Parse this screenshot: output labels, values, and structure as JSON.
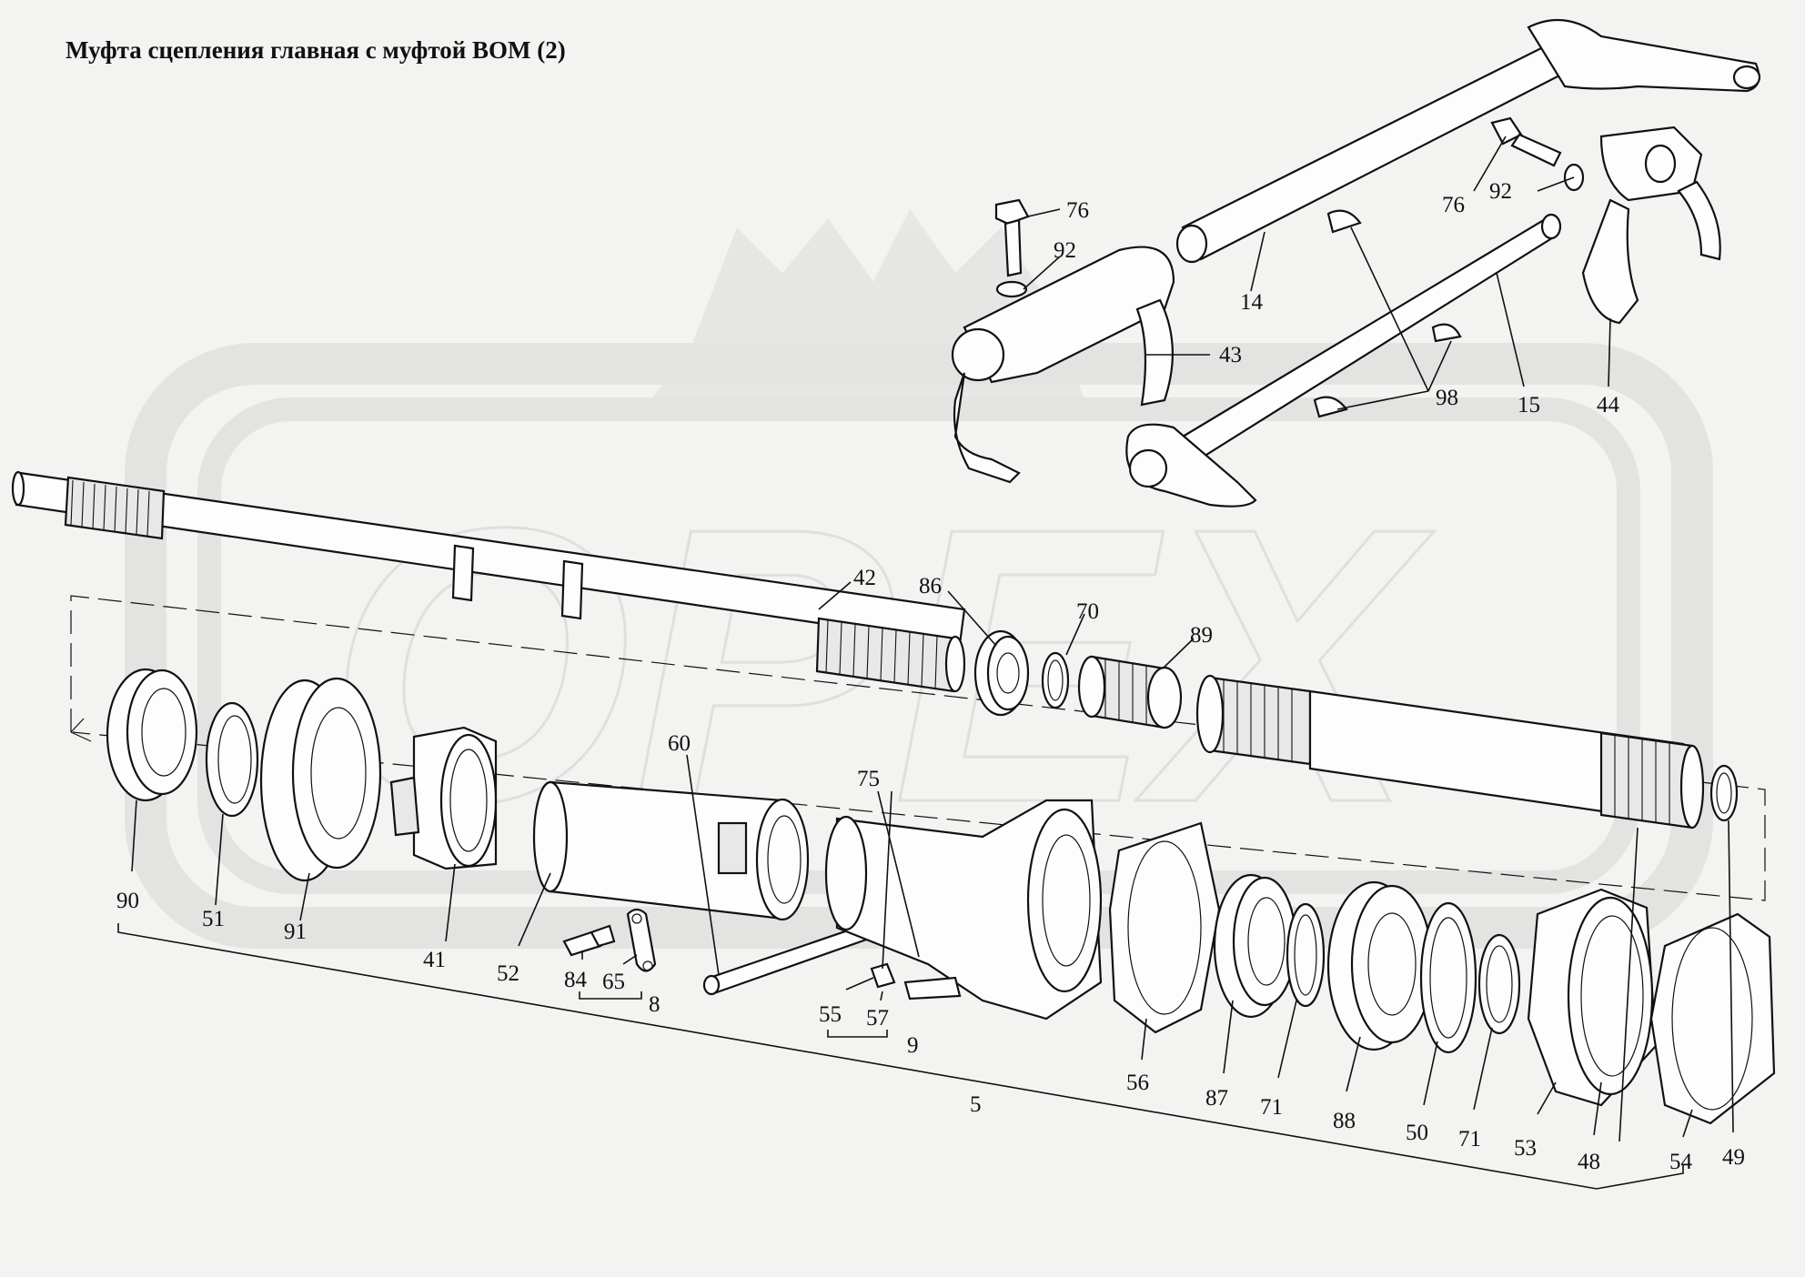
{
  "title": "Муфта сцепления главная с муфтой ВОМ (2)",
  "watermark": "OPEX",
  "callouts": [
    {
      "id": "c76a",
      "text": "76"
    },
    {
      "id": "c92a",
      "text": "92"
    },
    {
      "id": "c43",
      "text": "43"
    },
    {
      "id": "c14",
      "text": "14"
    },
    {
      "id": "c76b",
      "text": "76"
    },
    {
      "id": "c92b",
      "text": "92"
    },
    {
      "id": "c98",
      "text": "98"
    },
    {
      "id": "c15",
      "text": "15"
    },
    {
      "id": "c44",
      "text": "44"
    },
    {
      "id": "c42",
      "text": "42"
    },
    {
      "id": "c86",
      "text": "86"
    },
    {
      "id": "c70",
      "text": "70"
    },
    {
      "id": "c89",
      "text": "89"
    },
    {
      "id": "c60",
      "text": "60"
    },
    {
      "id": "c75",
      "text": "75"
    },
    {
      "id": "c90",
      "text": "90"
    },
    {
      "id": "c51a",
      "text": "51"
    },
    {
      "id": "c91",
      "text": "91"
    },
    {
      "id": "c41",
      "text": "41"
    },
    {
      "id": "c52",
      "text": "52"
    },
    {
      "id": "c84",
      "text": "84"
    },
    {
      "id": "c65",
      "text": "65"
    },
    {
      "id": "c8",
      "text": "8"
    },
    {
      "id": "c55",
      "text": "55"
    },
    {
      "id": "c57",
      "text": "57"
    },
    {
      "id": "c9",
      "text": "9"
    },
    {
      "id": "c5",
      "text": "5"
    },
    {
      "id": "c56",
      "text": "56"
    },
    {
      "id": "c87",
      "text": "87"
    },
    {
      "id": "c71a",
      "text": "71"
    },
    {
      "id": "c88",
      "text": "88"
    },
    {
      "id": "c50",
      "text": "50"
    },
    {
      "id": "c71b",
      "text": "71"
    },
    {
      "id": "c53",
      "text": "53"
    },
    {
      "id": "c48",
      "text": "48"
    },
    {
      "id": "c54",
      "text": "54"
    },
    {
      "id": "c49",
      "text": "49"
    }
  ]
}
